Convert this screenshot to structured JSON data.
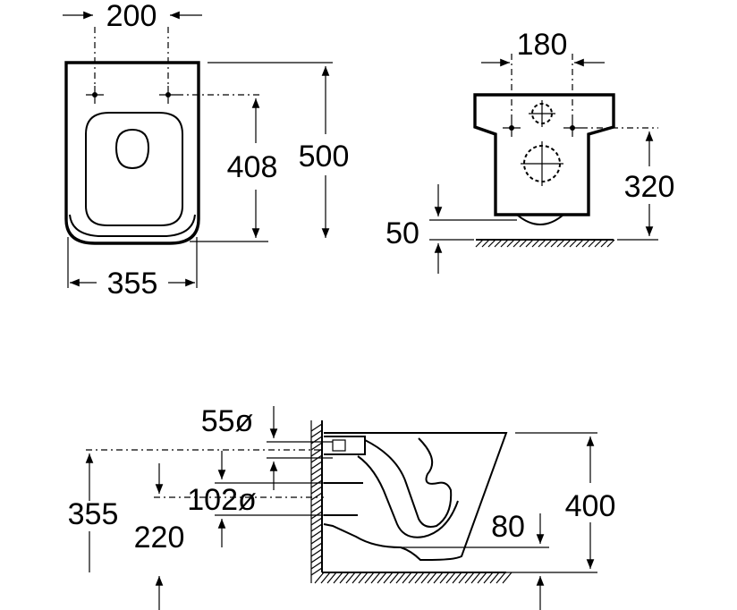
{
  "top_view": {
    "width_label": "355",
    "length_label": "500",
    "hole_spacing_label": "200",
    "hole_depth_label": "408"
  },
  "rear_view": {
    "fixing_spacing_label": "180",
    "fixing_height_label": "320",
    "floor_gap_label": "50"
  },
  "side_view": {
    "inlet_diameter_label": "55ø",
    "outlet_diameter_label": "102ø",
    "bowl_height_label": "400",
    "outlet_drop_label": "80",
    "inlet_height_label": "355",
    "outlet_height_label": "220"
  }
}
